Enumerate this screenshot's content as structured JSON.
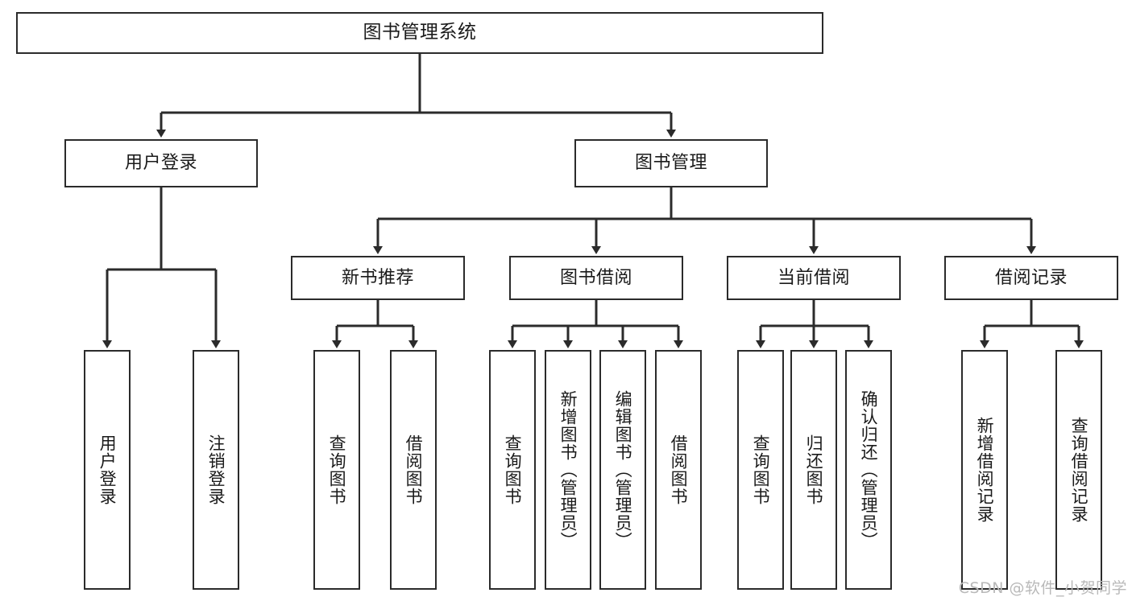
{
  "diagram": {
    "title": "图书管理系统",
    "type": "tree",
    "stroke_color": "#2b2b2b",
    "fill_color": "#ffffff",
    "text_color": "#1a1a1a"
  },
  "nodes": {
    "root": {
      "label": "图书管理系统"
    },
    "level1": [
      {
        "id": "user-login",
        "label": "用户登录"
      },
      {
        "id": "book-manage",
        "label": "图书管理"
      }
    ],
    "level2": [
      {
        "id": "new-book-recommend",
        "label": "新书推荐"
      },
      {
        "id": "book-borrow",
        "label": "图书借阅"
      },
      {
        "id": "current-borrow",
        "label": "当前借阅"
      },
      {
        "id": "borrow-record",
        "label": "借阅记录"
      }
    ],
    "leaves": {
      "user-login": [
        {
          "id": "login",
          "label": "用户登录"
        },
        {
          "id": "logout",
          "label": "注销登录"
        }
      ],
      "new-book-recommend": [
        {
          "id": "query-book-1",
          "label": "查询图书"
        },
        {
          "id": "borrow-book-1",
          "label": "借阅图书"
        }
      ],
      "book-borrow": [
        {
          "id": "query-book-2",
          "label": "查询图书"
        },
        {
          "id": "add-book",
          "label": "新增图书（管理员）"
        },
        {
          "id": "edit-book",
          "label": "编辑图书（管理员）"
        },
        {
          "id": "borrow-book-2",
          "label": "借阅图书"
        }
      ],
      "current-borrow": [
        {
          "id": "query-book-3",
          "label": "查询图书"
        },
        {
          "id": "return-book",
          "label": "归还图书"
        },
        {
          "id": "confirm-return",
          "label": "确认归还（管理员）"
        }
      ],
      "borrow-record": [
        {
          "id": "add-record",
          "label": "新增借阅记录"
        },
        {
          "id": "query-record",
          "label": "查询借阅记录"
        }
      ]
    }
  },
  "watermark": {
    "text": "CSDN @软件_小贺同学"
  }
}
